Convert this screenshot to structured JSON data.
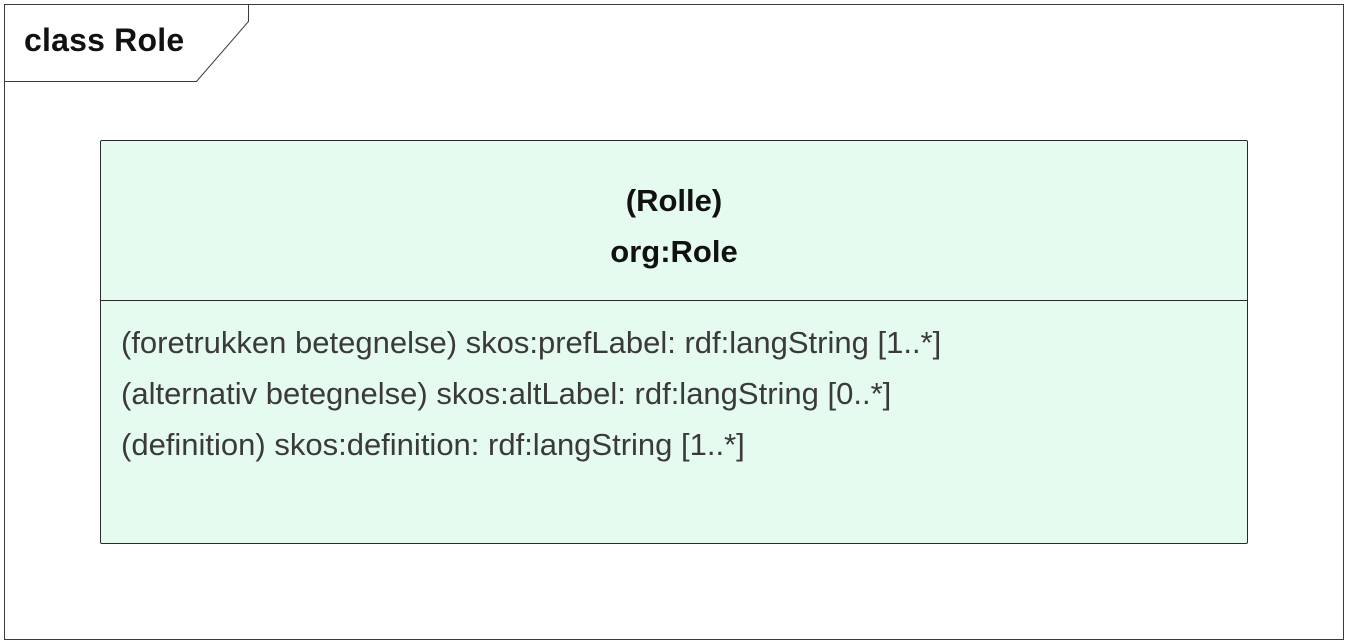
{
  "frame": {
    "title": "class Role"
  },
  "class": {
    "alt_name": "(Rolle)",
    "name": "org:Role",
    "attributes": [
      "(foretrukken betegnelse) skos:prefLabel: rdf:langString [1..*]",
      "(alternativ betegnelse) skos:altLabel: rdf:langString [0..*]",
      "(definition) skos:definition: rdf:langString [1..*]"
    ]
  },
  "colors": {
    "class_fill": "#e6fbef",
    "border": "#2b2b2b"
  }
}
